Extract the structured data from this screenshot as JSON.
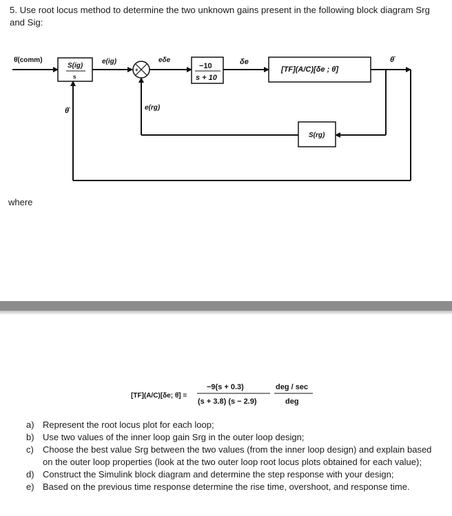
{
  "question": {
    "text": "5. Use root locus method to determine the two unknown gains present in the following block diagram Srg and Sig:"
  },
  "diagram": {
    "input_label": "θ̇(comm)",
    "gain_ig_label": "S(ig)",
    "gain_ig_den": "s",
    "error_ig_label": "e(ig)",
    "summer_sign": "+/+X",
    "e_delta_label": "eδe",
    "tf1_num": "−10",
    "tf1_den": "s + 10",
    "delta_label": "δe",
    "plant_label": "[TF](A/C)[δe ; θ̇]",
    "output_label": "θ̇",
    "feedback_label": "θ̇",
    "error_rg_label": "e(rg)",
    "gain_rg_label": "S(rg)"
  },
  "where_label": "where",
  "equation": {
    "lhs": "[TF](A/C)[δe; θ̇] =",
    "numerator": "−9(s + 0.3)",
    "denominator": "(s + 3.8) (s − 2.9)",
    "unit_num": "deg / sec",
    "unit_den": "deg"
  },
  "tasks": [
    {
      "label": "a)",
      "text": "Represent the root locus plot for each loop;"
    },
    {
      "label": "b)",
      "text": "Use two values of the inner loop gain Srg in the outer loop design;"
    },
    {
      "label": "c)",
      "text": "Choose the best value Srg between the two values (from the inner loop design) and explain based on the outer loop properties (look at the two outer loop root locus plots obtained for each value);"
    },
    {
      "label": "d)",
      "text": "Construct the Simulink block diagram and determine the step response with your design;"
    },
    {
      "label": "e)",
      "text": "Based on the previous time response determine the rise time, overshoot, and response time."
    }
  ]
}
